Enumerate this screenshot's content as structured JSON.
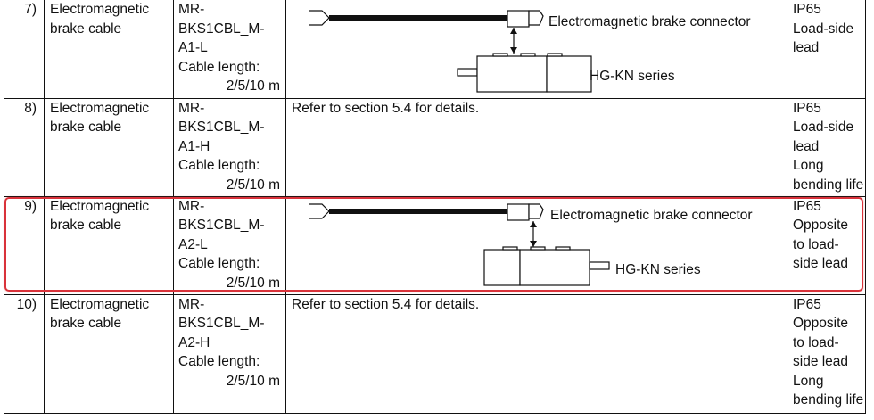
{
  "rows": [
    {
      "no": "7)",
      "name": [
        "Electromagnetic",
        "brake cable"
      ],
      "model": [
        "MR-",
        "BKS1CBL_M-",
        "A1-L"
      ],
      "length_label": "Cable length:",
      "length_value": "2/5/10 m",
      "diagram": {
        "connector_label": "Electromagnetic brake connector",
        "motor_label": "HG-KN series"
      },
      "protection": [
        "IP65",
        "Load-side",
        "lead"
      ]
    },
    {
      "no": "8)",
      "name": [
        "Electromagnetic",
        "brake cable"
      ],
      "model": [
        "MR-",
        "BKS1CBL_M-",
        "A1-H"
      ],
      "length_label": "Cable length:",
      "length_value": "2/5/10 m",
      "description": "Refer to section 5.4 for details.",
      "protection": [
        "IP65",
        "Load-side",
        "lead",
        "Long",
        "bending life"
      ]
    },
    {
      "no": "9)",
      "name": [
        "Electromagnetic",
        "brake cable"
      ],
      "model": [
        "MR-",
        "BKS1CBL_M-",
        "A2-L"
      ],
      "length_label": "Cable length:",
      "length_value": "2/5/10 m",
      "diagram": {
        "connector_label": "Electromagnetic brake connector",
        "motor_label": "HG-KN series"
      },
      "protection": [
        "IP65",
        "Opposite",
        "to load-",
        "side lead"
      ]
    },
    {
      "no": "10)",
      "name": [
        "Electromagnetic",
        "brake cable"
      ],
      "model": [
        "MR-",
        "BKS1CBL_M-",
        "A2-H"
      ],
      "length_label": "Cable length:",
      "length_value": "2/5/10 m",
      "description": "Refer to section 5.4 for details.",
      "protection": [
        "IP65",
        "Opposite",
        "to load-",
        "side lead",
        "Long",
        "bending life"
      ]
    }
  ]
}
